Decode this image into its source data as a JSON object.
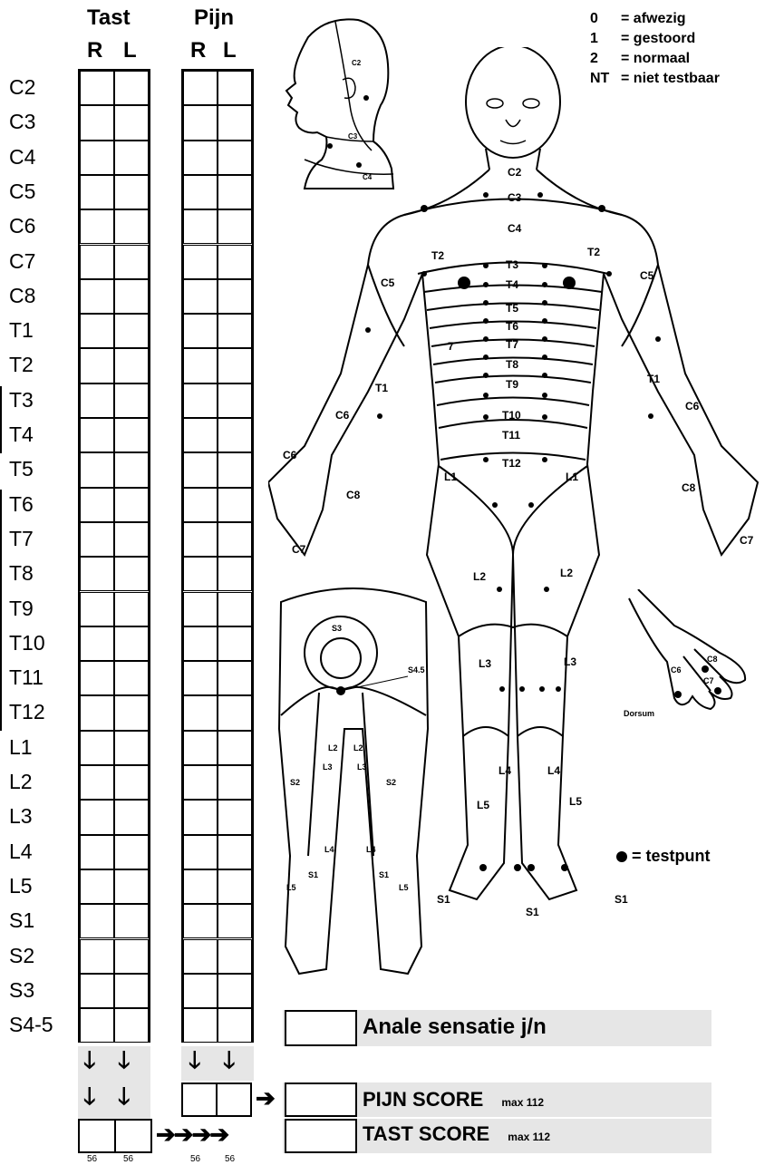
{
  "headers": {
    "tast": "Tast",
    "pijn": "Pijn",
    "r": "R",
    "l": "L"
  },
  "levels": [
    "C2",
    "C3",
    "C4",
    "C5",
    "C6",
    "C7",
    "C8",
    "T1",
    "T2",
    "T3",
    "T4",
    "T5",
    "T6",
    "T7",
    "T8",
    "T9",
    "T10",
    "T11",
    "T12",
    "L1",
    "L2",
    "L3",
    "L4",
    "L5",
    "S1",
    "S2",
    "S3",
    "S4-5"
  ],
  "legend": [
    {
      "key": "0",
      "text": "= afwezig"
    },
    {
      "key": "1",
      "text": "= gestoord"
    },
    {
      "key": "2",
      "text": "= normaal"
    },
    {
      "key": "NT",
      "text": "= niet testbaar"
    }
  ],
  "testpoint_label": "= testpunt",
  "anal_label": "Anale sensatie j/n",
  "pijn_score_label": "PIJN SCORE",
  "tast_score_label": "TAST SCORE",
  "max_label": "max 112",
  "max_56": "56",
  "head_labels": {
    "c2": "C2",
    "c3": "C3",
    "c4": "C4"
  },
  "body_labels": [
    "C2",
    "C3",
    "C4",
    "T2",
    "T2",
    "T3",
    "T4",
    "T5",
    "T6",
    "T7",
    "T8",
    "T9",
    "T10",
    "T11",
    "T12",
    "C5",
    "C5",
    "T1",
    "T1",
    "C6",
    "C6",
    "C6",
    "C8",
    "C8",
    "C7",
    "C7",
    "L1",
    "L1",
    "L2",
    "L2",
    "L3",
    "L3",
    "L4",
    "L4",
    "L5",
    "L5",
    "S1",
    "S1",
    "S1",
    "7"
  ],
  "back_labels": [
    "S3",
    "S4.5",
    "S2",
    "S2",
    "L2",
    "L2",
    "L3",
    "L3",
    "L4",
    "L4",
    "S1",
    "S1",
    "L5",
    "L5"
  ],
  "hand_labels": {
    "c6": "C6",
    "c7": "C7",
    "c8": "C8",
    "dorsum": "Dorsum"
  }
}
